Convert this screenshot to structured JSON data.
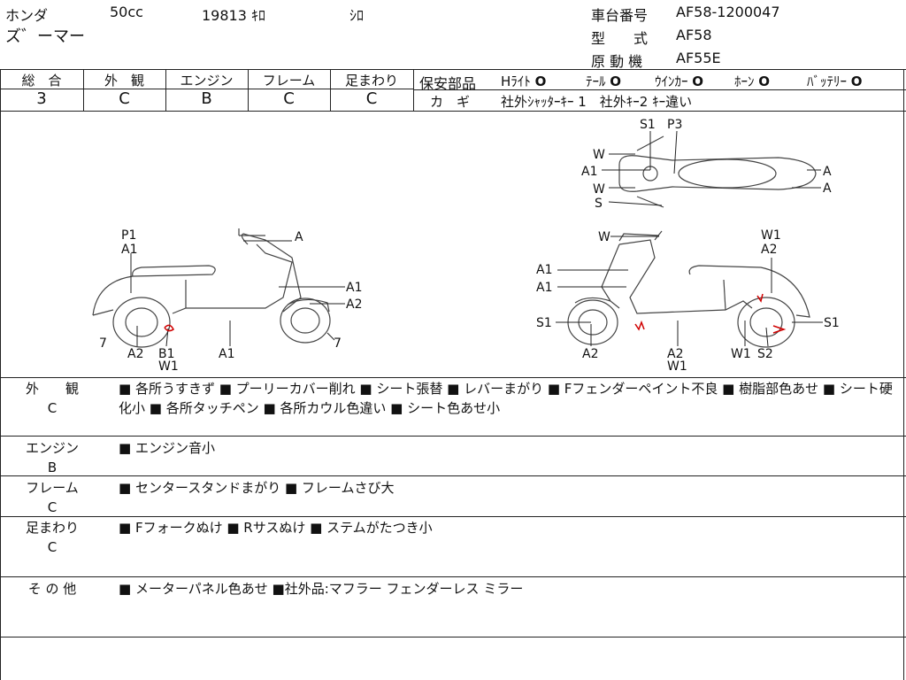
{
  "header": {
    "maker": "ホンダ",
    "displacement": "50cc",
    "mileage": "19813 ｷﾛ",
    "color": "ｼﾛ",
    "model_name": "ズ゛ーマー",
    "frame_label": "車台番号",
    "frame_number": "AF58-1200047",
    "type_label": "型　　式",
    "type_value": "AF58",
    "engine_label": "原 動 機",
    "engine_value": "AF55E"
  },
  "grades": {
    "headers": [
      "総　合",
      "外　観",
      "エンジン",
      "フレーム",
      "足まわり"
    ],
    "values": [
      "3",
      "C",
      "B",
      "C",
      "C"
    ]
  },
  "safety": {
    "label": "保安部品",
    "items": [
      {
        "name": "Hﾗｲﾄ",
        "mark": "O"
      },
      {
        "name": "ﾃｰﾙ",
        "mark": "O"
      },
      {
        "name": "ｳｲﾝｶｰ",
        "mark": "O"
      },
      {
        "name": "ﾎｰﾝ",
        "mark": "O"
      },
      {
        "name": "ﾊﾞｯﾃﾘｰ",
        "mark": "O"
      }
    ],
    "key_label": "カ　ギ",
    "key_value": "社外ｼｬｯﾀｰｷｰ 1　社外ｷｰ2 ｷｰ違い"
  },
  "diagram": {
    "top_view": {
      "labels": [
        "S1",
        "P3",
        "W",
        "A1",
        "W",
        "S",
        "A",
        "A"
      ]
    },
    "left_view": {
      "labels": [
        "P1",
        "A1",
        "A",
        "A1",
        "A2",
        "7",
        "A2",
        "B1",
        "W1",
        "A1",
        "7"
      ]
    },
    "right_view": {
      "labels": [
        "W",
        "W1",
        "A2",
        "A1",
        "A1",
        "S1",
        "S1",
        "A2",
        "A2",
        "W1",
        "W1",
        "S2"
      ]
    }
  },
  "sections": [
    {
      "title": "外　　観",
      "grade": "C",
      "notes": "■ 各所うすきず ■ プーリーカバー削れ ■ シート張替 ■ レバーまがり ■ Fフェンダーペイント不良 ■ 樹脂部色あせ ■ シート硬化小 ■ 各所タッチペン ■ 各所カウル色違い ■ シート色あせ小"
    },
    {
      "title": "エンジン",
      "grade": "B",
      "notes": "■ エンジン音小"
    },
    {
      "title": "フレーム",
      "grade": "C",
      "notes": "■ センタースタンドまがり ■ フレームさび大"
    },
    {
      "title": "足まわり",
      "grade": "C",
      "notes": "■ Fフォークぬけ ■ Rサスぬけ ■ ステムがたつき小"
    },
    {
      "title": "そ の 他",
      "grade": "",
      "notes": "■ メーターパネル色あせ ■社外品:マフラー フェンダーレス ミラー"
    }
  ]
}
